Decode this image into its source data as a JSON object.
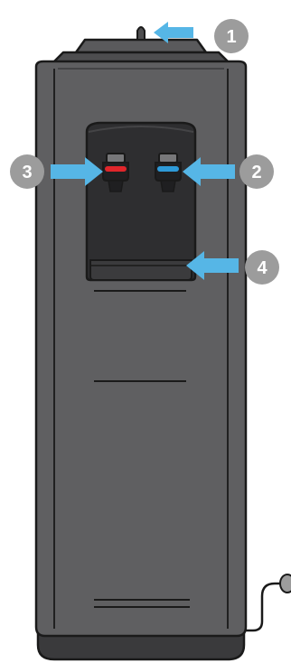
{
  "callouts": [
    {
      "number": "1",
      "part": "bottle-cap-valve"
    },
    {
      "number": "2",
      "part": "cold-water-tap"
    },
    {
      "number": "3",
      "part": "hot-water-tap"
    },
    {
      "number": "4",
      "part": "drip-tray"
    }
  ],
  "colors": {
    "body": "#5f5f61",
    "body_dark": "#4a4a4c",
    "panel": "#2e2e30",
    "outline": "#1a1a1a",
    "arrow": "#56b6e6",
    "badge": "#9c9c9c",
    "hot_indicator": "#e0262b",
    "cold_indicator": "#2e9ad8"
  },
  "icons": {
    "arrow": "left-arrow-icon",
    "power_cord": "power-cord-icon"
  }
}
